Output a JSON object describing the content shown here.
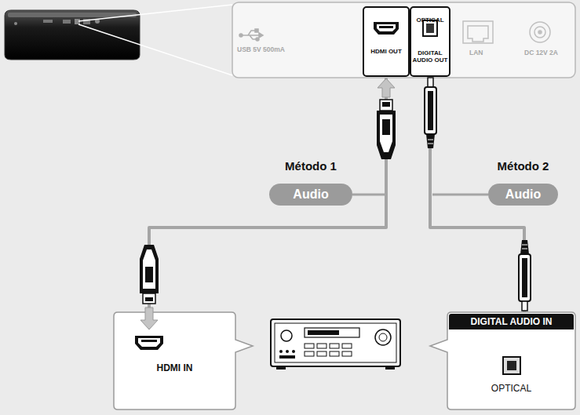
{
  "diagram": {
    "nodes": [
      {
        "text": [
          "HDMI OUT"
        ]
      },
      {
        "text": [
          "OPTICAL",
          "DIGITAL AUDIO OUT"
        ]
      },
      {
        "text": [
          "Método 1",
          "Audio"
        ]
      },
      {
        "text": [
          "Método 2",
          "Audio"
        ]
      },
      {
        "text": [
          "HDMI IN"
        ]
      },
      {
        "text": [
          "DIGITAL AUDIO IN",
          "OPTICAL"
        ]
      }
    ],
    "edges": [
      {
        "from": 0,
        "to": 4,
        "arrow": "none"
      },
      {
        "from": 1,
        "to": 5,
        "arrow": "none"
      }
    ],
    "labels": [
      "USB 5V 500mA",
      "LAN",
      "DC 12V 2A"
    ]
  }
}
